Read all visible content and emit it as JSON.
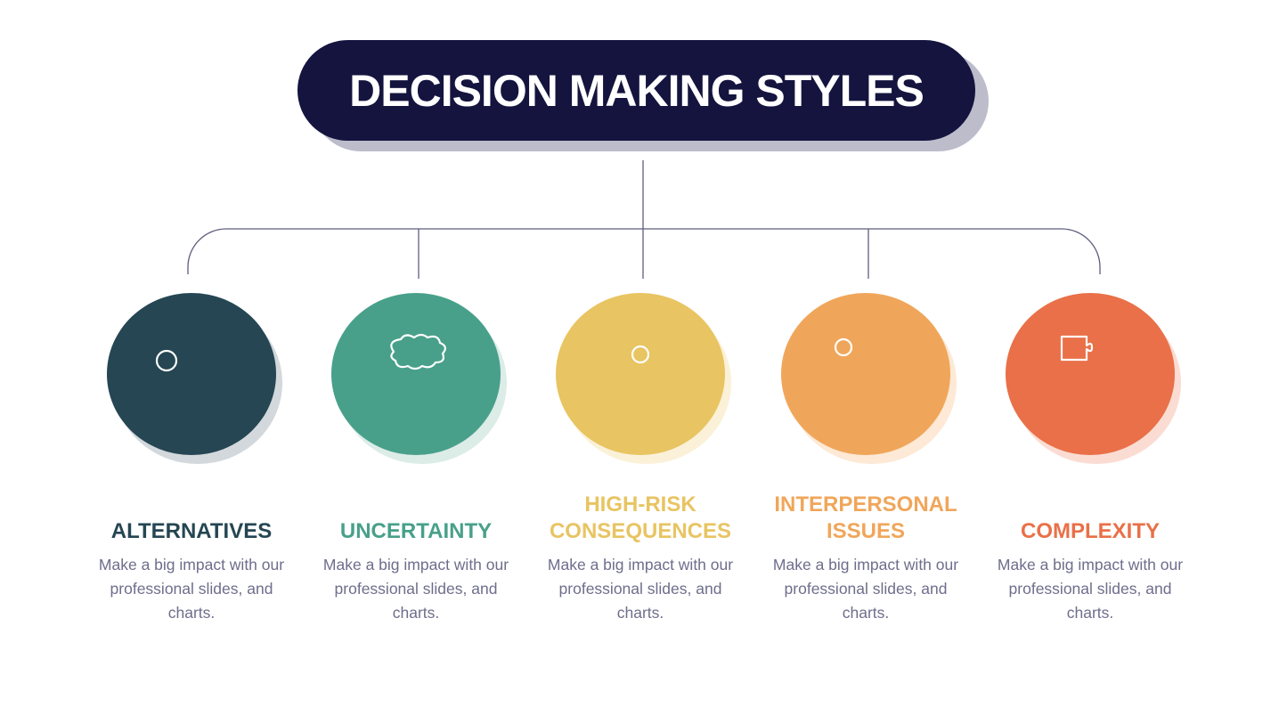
{
  "title": "DECISION MAKING STYLES",
  "items": [
    {
      "heading_lines": [
        "ALTERNATIVES"
      ],
      "body": "Make a big impact with our professional slides, and charts.",
      "color": "#254652",
      "shadow": "#d3d8dc",
      "icon": "people-lightbulbs-icon"
    },
    {
      "heading_lines": [
        "UNCERTAINTY"
      ],
      "body": "Make a big impact with our professional slides, and charts.",
      "color": "#48a08a",
      "shadow": "#dcece7",
      "icon": "person-thought-cloud-icon"
    },
    {
      "heading_lines": [
        "HIGH-RISK",
        "CONSEQUENCES"
      ],
      "body": "Make a big impact with our professional slides, and charts.",
      "color": "#e8c462",
      "shadow": "#fbf1d8",
      "icon": "meeting-idea-icon"
    },
    {
      "heading_lines": [
        "INTERPERSONAL",
        "ISSUES"
      ],
      "body": "Make a big impact with our professional slides, and charts.",
      "color": "#f0a65a",
      "shadow": "#fde9d6",
      "icon": "people-exchange-icon"
    },
    {
      "heading_lines": [
        "COMPLEXITY"
      ],
      "body": "Make a big impact with our professional slides, and charts.",
      "color": "#e97048",
      "shadow": "#fbdcd3",
      "icon": "team-puzzle-icon"
    }
  ]
}
